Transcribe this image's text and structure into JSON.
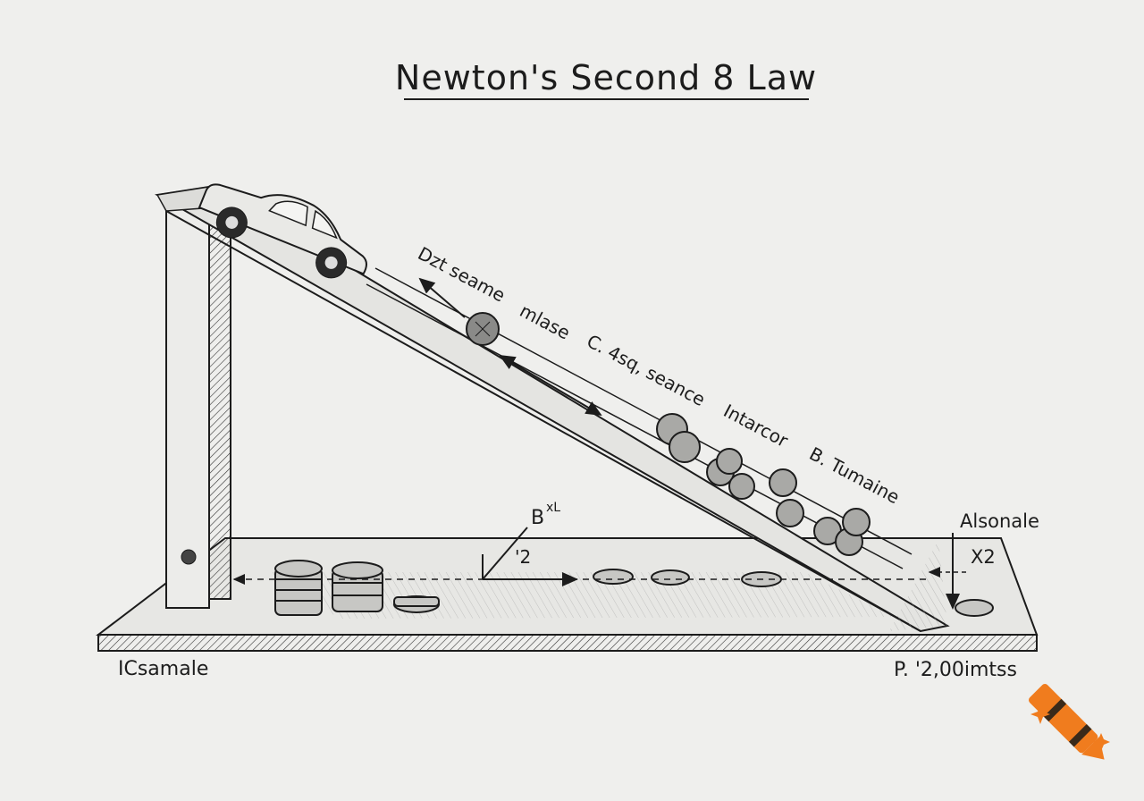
{
  "title": "Newton's Second 8 Law",
  "labels": {
    "incline_1": "Dzt seame",
    "incline_2": "mlase",
    "incline_3": "C. 4sq, seance",
    "incline_4": "Intarcor",
    "incline_5": "B. Tumaine",
    "right_label": "Alsonale",
    "right_sub": "X2",
    "axis_top": "B",
    "axis_sup": "xL",
    "axis_side": "'2",
    "bottom_left": "ICsamale",
    "bottom_right": "P. '2,00imtss"
  },
  "colors": {
    "paper": "#efefed",
    "ink": "#1c1c1c",
    "logo_orange": "#f07c1e"
  },
  "icons": {
    "vehicle": "car-icon",
    "logo": "crayon-logo-icon"
  }
}
